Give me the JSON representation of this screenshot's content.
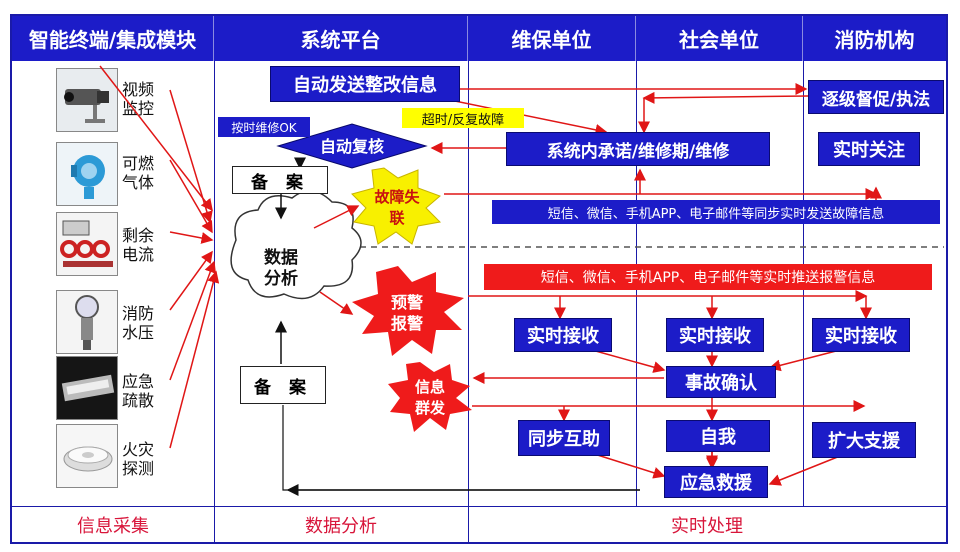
{
  "columns": {
    "col1": "智能终端/集成模块",
    "col2": "系统平台",
    "col3": "维保单位",
    "col4": "社会单位",
    "col5": "消防机构"
  },
  "footer": {
    "f1": "信息采集",
    "f2": "数据分析",
    "f3": "实时处理"
  },
  "sensors": [
    {
      "label": "视频监控",
      "icon": "camera-icon"
    },
    {
      "label": "可燃气体",
      "icon": "gas-detector-icon"
    },
    {
      "label": "剩余电流",
      "icon": "current-meter-icon"
    },
    {
      "label": "消防水压",
      "icon": "pressure-gauge-icon"
    },
    {
      "label": "应急疏散",
      "icon": "emergency-light-icon"
    },
    {
      "label": "火灾探测",
      "icon": "smoke-detector-icon"
    }
  ],
  "platform": {
    "send_rectify": "自动发送整改信息",
    "auto_review": "自动复核",
    "timely_ok": "按时维修OK",
    "timeout": "超时/反复故障",
    "record1": "备  案",
    "record2": "备  案",
    "data_analysis": "数据分析",
    "fault": "故障失联",
    "alarm": "预警报警",
    "broadcast": "信息群发"
  },
  "maintenance": {
    "commit": "系统内承诺/维修期/维修"
  },
  "fire_agency": {
    "escalate": "逐级督促/执法",
    "watch": "实时关注"
  },
  "bars": {
    "fault_notify": "短信、微信、手机APP、电子邮件等同步实时发送故障信息",
    "alarm_notify": "短信、微信、手机APP、电子邮件等实时推送报警信息"
  },
  "realtime": {
    "receive": "实时接收",
    "confirm": "事故确认",
    "mutual": "同步互助",
    "self": "自我",
    "expand": "扩大支援",
    "rescue": "应急救援"
  },
  "colors": {
    "header_blue": "#1c1cc8",
    "alarm_red": "#ef1b1b",
    "fault_yellow": "#f8f000",
    "note_yellow": "#ffff00",
    "footer_text": "#d8153a"
  }
}
